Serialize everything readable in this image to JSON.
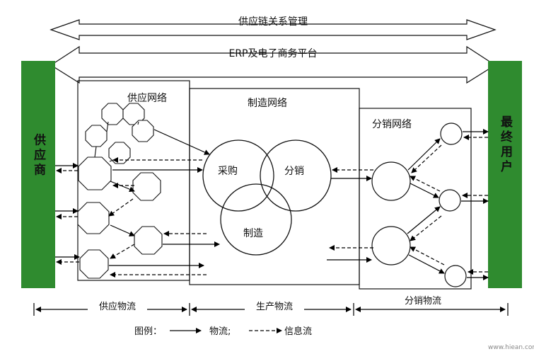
{
  "top_arrow_1": "供应链关系管理",
  "top_arrow_2": "ERP及电子商务平台",
  "supplier": "供应商",
  "end_user": "最终用户",
  "supply_network": "供应网络",
  "manufacturing_network": "制造网络",
  "distribution_network": "分销网络",
  "circle_procurement": "采购",
  "circle_distribution": "分销",
  "circle_manufacturing": "制造",
  "flow_supply": "供应物流",
  "flow_production": "生产物流",
  "flow_distribution": "分销物流",
  "legend_title": "图例：",
  "legend_material": "物流;",
  "legend_info": "信息流",
  "watermark": "www.hiean.com"
}
